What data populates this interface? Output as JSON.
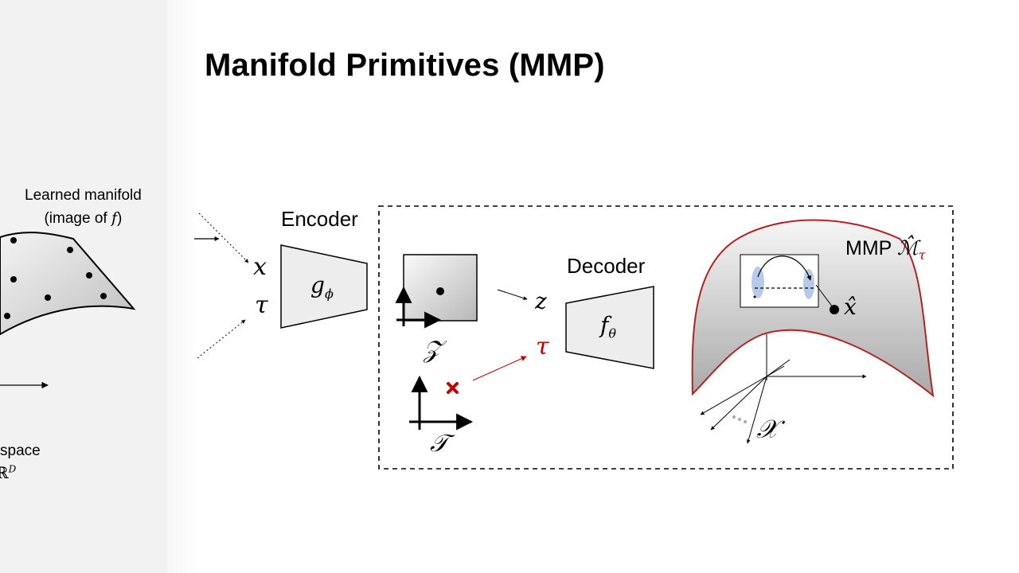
{
  "title": "Manifold Primitives (MMP)",
  "left": {
    "manifold_label_line1": "Learned manifold",
    "manifold_label_line2": "(image of ",
    "manifold_label_f": "f",
    "manifold_label_close": ")",
    "space_label": "space",
    "space_symbol": "ℝ",
    "space_exponent": "D"
  },
  "encoder": {
    "label": "Encoder",
    "function": "g",
    "function_sub": "ϕ",
    "input_x": "x",
    "input_tau": "τ"
  },
  "latent": {
    "z_space": "𝒵",
    "t_space": "𝒯",
    "z": "z",
    "tau": "τ"
  },
  "decoder": {
    "label": "Decoder",
    "function": "f",
    "function_sub": "θ"
  },
  "mmp": {
    "label": "MMP",
    "symbol": "ℳ̂",
    "symbol_sub": "τ",
    "x_hat": "x̂",
    "x_space": "𝒳"
  },
  "colors": {
    "accent_red": "#c00000",
    "box_fill": "#ededed",
    "manifold_border": "#b22222"
  }
}
